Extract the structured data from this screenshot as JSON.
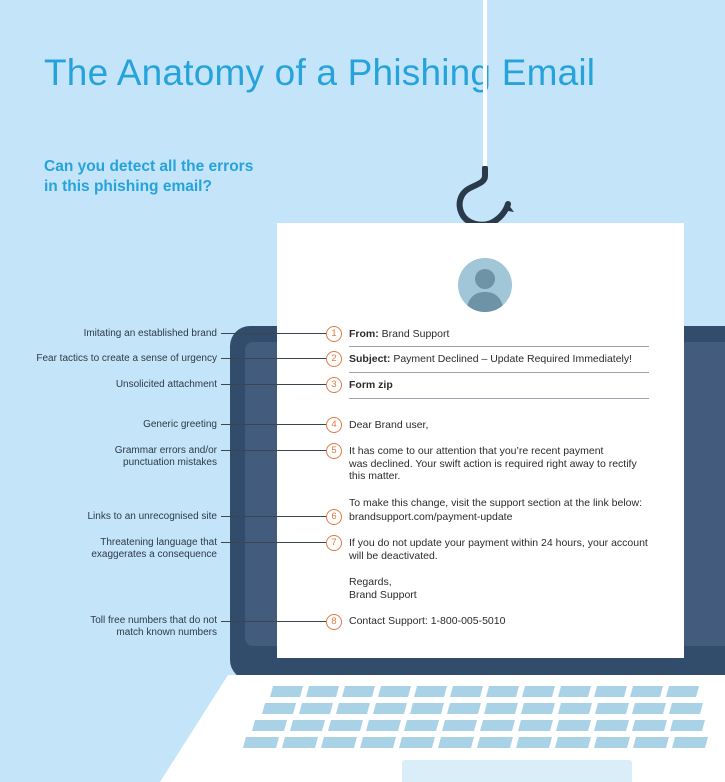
{
  "title": "The Anatomy of a Phishing Email",
  "subtitle": [
    "Can you detect all the errors",
    "in this phishing email?"
  ],
  "colors": {
    "background": "#c3e4f9",
    "title": "#27a3dc",
    "marker": "#e07a44",
    "laptop_body": "#324d6b",
    "laptop_screen": "#435b7c",
    "keyboard_key": "#a9d2e6"
  },
  "icons": [
    "fish-hook-icon",
    "user-avatar-icon",
    "laptop-icon"
  ],
  "email": {
    "from_label": "From:",
    "from_value": " Brand Support",
    "subject_label": "Subject:",
    "subject_value": " Payment Declined – Update Required Immediately!",
    "attachment": "Form zip",
    "greeting": "Dear Brand user,",
    "body_lines": [
      "It has come to our attention that you’re recent payment",
      "was declined. Your swift action is required right away to rectify",
      "this matter."
    ],
    "link_intro": "To make this change, visit the support section at the link below:",
    "link": "brandsupport.com/payment-update",
    "threat_lines": [
      "If you do not update your payment within 24 hours, your account",
      "will be deactivated."
    ],
    "signoff": [
      "Regards,",
      "Brand Support"
    ],
    "contact": "Contact Support: 1-800-005-5010"
  },
  "markers": [
    "1",
    "2",
    "3",
    "4",
    "5",
    "6",
    "7",
    "8"
  ],
  "annotations": [
    [
      "Imitating an established brand"
    ],
    [
      "Fear tactics to create a sense of urgency"
    ],
    [
      "Unsolicited attachment"
    ],
    [
      "Generic greeting"
    ],
    [
      "Grammar errors and/or",
      "punctuation mistakes"
    ],
    [
      "Links to an unrecognised site"
    ],
    [
      "Threatening language that",
      "exaggerates a consequence"
    ],
    [
      "Toll free numbers that do not",
      "match known numbers"
    ]
  ]
}
